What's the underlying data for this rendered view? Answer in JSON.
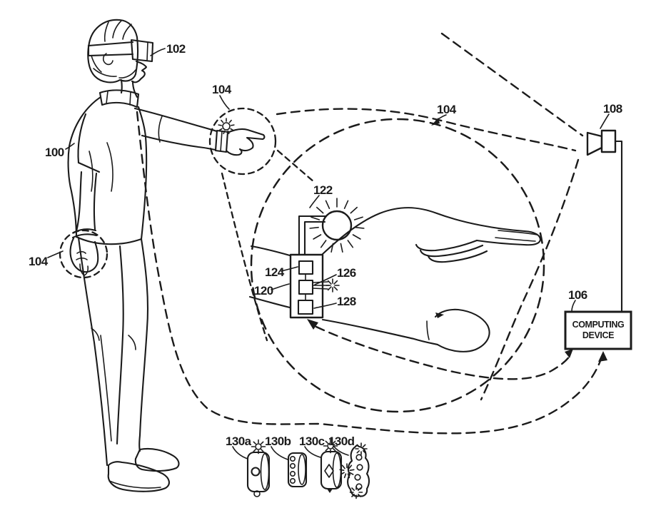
{
  "figure": {
    "ink": "#1b1b1b",
    "background": "#ffffff",
    "labels": {
      "person": "100",
      "hmd": "102",
      "wrist_left": "104",
      "hand_right": "104",
      "magnified_view": "104",
      "computing_device": "106",
      "sensor": "108",
      "band": "120",
      "led": "122",
      "component_top": "124",
      "emitter": "126",
      "component_bottom": "128",
      "band_variant_a": "130a",
      "band_variant_b": "130b",
      "band_variant_c": "130c",
      "band_variant_d": "130d"
    },
    "computing_device_box": {
      "line1": "COMPUTING",
      "line2": "DEVICE"
    }
  }
}
